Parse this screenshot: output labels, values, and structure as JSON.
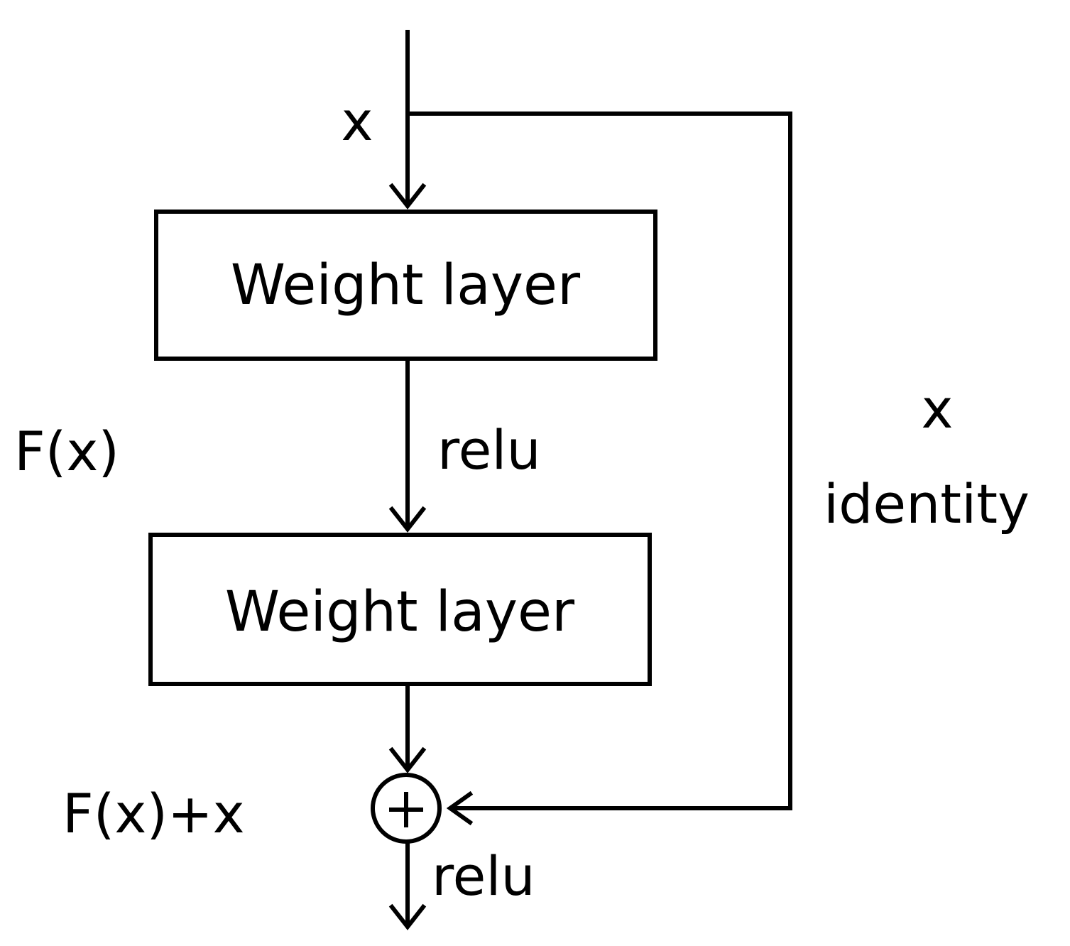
{
  "labels": {
    "input": "x",
    "residual_function": "F(x)",
    "activation_mid": "relu",
    "shortcut_var": "x",
    "shortcut_type": "identity",
    "sum": "F(x)+x",
    "activation_out": "relu"
  },
  "blocks": [
    {
      "label": "Weight layer"
    },
    {
      "label": "Weight layer"
    }
  ],
  "adder": {
    "symbol": "+"
  }
}
